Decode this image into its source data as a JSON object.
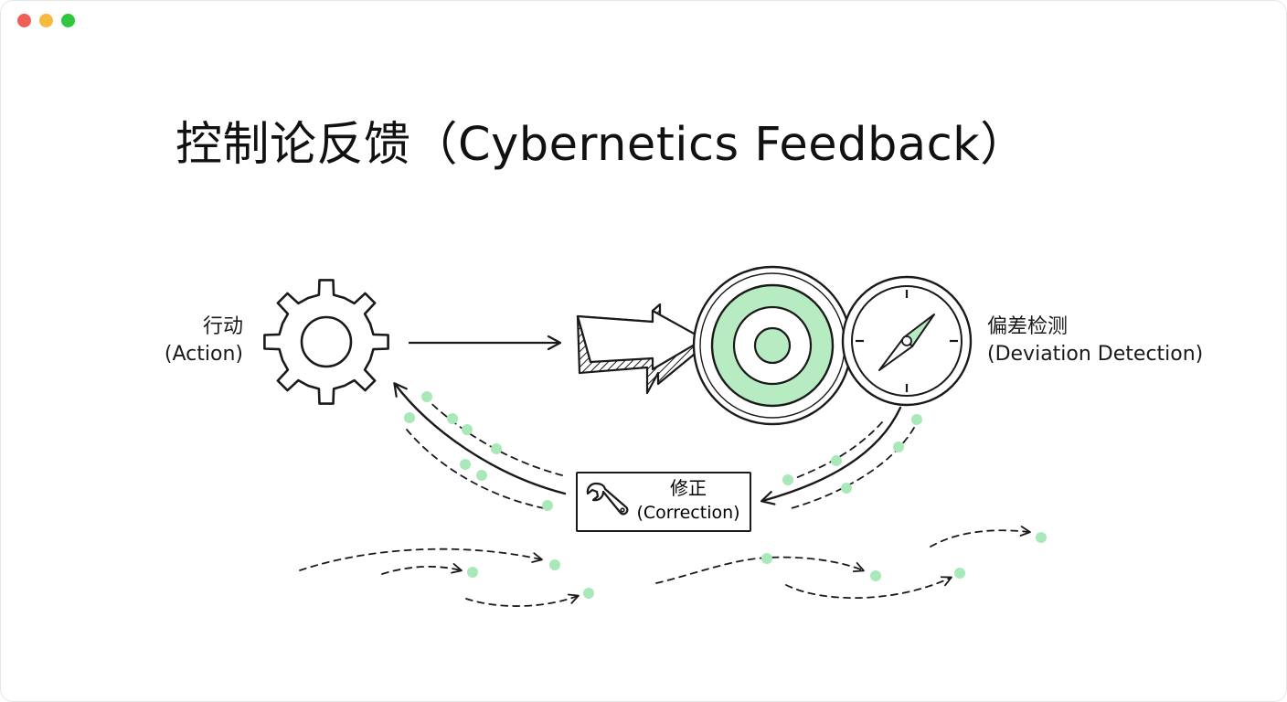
{
  "window": {
    "controls": [
      "close",
      "minimize",
      "maximize"
    ]
  },
  "title": "控制论反馈（Cybernetics Feedback）",
  "nodes": {
    "action": {
      "zh": "行动",
      "en": "(Action)",
      "icon": "gear-icon"
    },
    "detection": {
      "zh": "偏差检测",
      "en": "(Deviation Detection)",
      "icon": "compass-icon"
    },
    "correction": {
      "zh": "修正",
      "en": "(Correction)",
      "icon": "wrench-icon"
    },
    "target": {
      "icon": "target-icon"
    },
    "block_arrow": {
      "icon": "block-arrow-icon"
    }
  },
  "colors": {
    "ink": "#1a1a1a",
    "accent_green": "#b7ecc3",
    "accent_green_dot": "#a9e8b8",
    "background": "#ffffff"
  }
}
